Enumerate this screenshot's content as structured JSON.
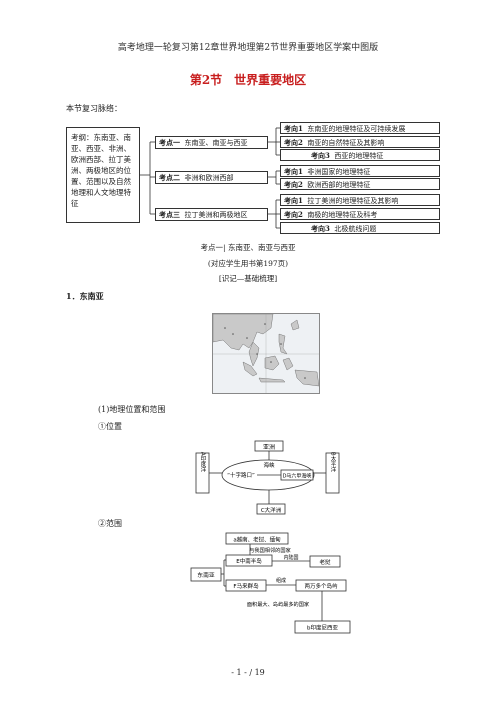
{
  "header": "高考地理一轮复习第12章世界地理第2节世界重要地区学案中图版",
  "title": "第2节　世界重要地区",
  "intro": "本节复习脉络：",
  "outline": {
    "left": "考纲：东南亚、南亚、西亚、非洲、欧洲西部、拉丁美洲、两极地区的位置、范围以及自然地理和人文地理特征",
    "points": [
      {
        "tag": "考点一",
        "label": "东南亚、南亚与西亚",
        "items": [
          [
            "考向1",
            "东南亚的地理特征及可持续发展"
          ],
          [
            "考向2",
            "南亚的自然特征及其影响"
          ],
          [
            "考向3",
            "西亚的地理特征"
          ]
        ]
      },
      {
        "tag": "考点二",
        "label": "非洲和欧洲西部",
        "items": [
          [
            "考向1",
            "非洲国家的地理特征"
          ],
          [
            "考向2",
            "欧洲西部的地理特征"
          ]
        ]
      },
      {
        "tag": "考点三",
        "label": "拉丁美洲和两极地区",
        "items": [
          [
            "考向1",
            "拉丁美洲的地理特征及其影响"
          ],
          [
            "考向2",
            "南极的地理特征及科考"
          ],
          [
            "考向3",
            "北极航线问题"
          ]
        ]
      }
    ]
  },
  "section": {
    "heading": "考点一| 东南亚、南亚与西亚",
    "ref": "(对应学生用书第197页)",
    "sub": "[识记—基础梳理]",
    "item1": "1．东南亚",
    "p1": "(1)地理位置和范围",
    "p2": "①位置",
    "p3": "②范围"
  },
  "diagram1": {
    "top": "亚洲",
    "left": "A印度洋",
    "right": "B太平洋",
    "center": "“十字路口”",
    "strait_label": "海峡",
    "strait": "D马六甲海峡",
    "bottom": "C大洋洲"
  },
  "diagram2": {
    "root": "东南亚",
    "a": "a越南、老挝、缅甸",
    "a_note": "与我国相邻的国家",
    "e": "E中南半岛",
    "inland": "内陆国",
    "laos": "老挝",
    "f": "F马来群岛",
    "compose": "组成",
    "islands": "两万多个岛屿",
    "largest": "面积最大、岛屿最多的国家",
    "b": "b印度尼西亚"
  },
  "footer": "- 1 -  /  19"
}
